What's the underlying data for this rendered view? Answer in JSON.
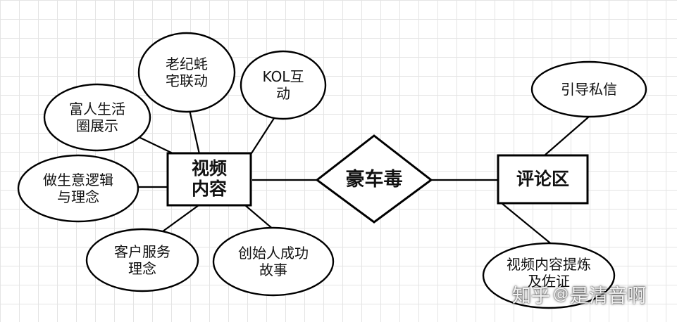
{
  "relation": {
    "label": "豪车毒"
  },
  "entities": {
    "video": {
      "lines": [
        "视频",
        "内容"
      ]
    },
    "comments": {
      "lines": [
        "评论区"
      ]
    }
  },
  "attributes": {
    "old_ji": {
      "lines": [
        "老纪蚝",
        "宅联动"
      ]
    },
    "kol": {
      "lines": [
        "KOL互",
        "动"
      ]
    },
    "rich_life": {
      "lines": [
        "富人生活",
        "圈展示"
      ]
    },
    "business_logic": {
      "lines": [
        "做生意逻辑",
        "与理念"
      ]
    },
    "customer_service": {
      "lines": [
        "客户服务",
        "理念"
      ]
    },
    "founder_story": {
      "lines": [
        "创始人成功",
        "故事"
      ]
    },
    "private_msg": {
      "lines": [
        "引导私信"
      ]
    },
    "video_extract": {
      "lines": [
        "视频内容提炼",
        "及佐证"
      ]
    }
  },
  "watermark": {
    "site": "知乎",
    "at": "@",
    "author": "是清音啊"
  },
  "colors": {
    "stroke": "#000000",
    "fill": "#ffffff",
    "grid": "#e4e4e4",
    "text": "#111111"
  }
}
